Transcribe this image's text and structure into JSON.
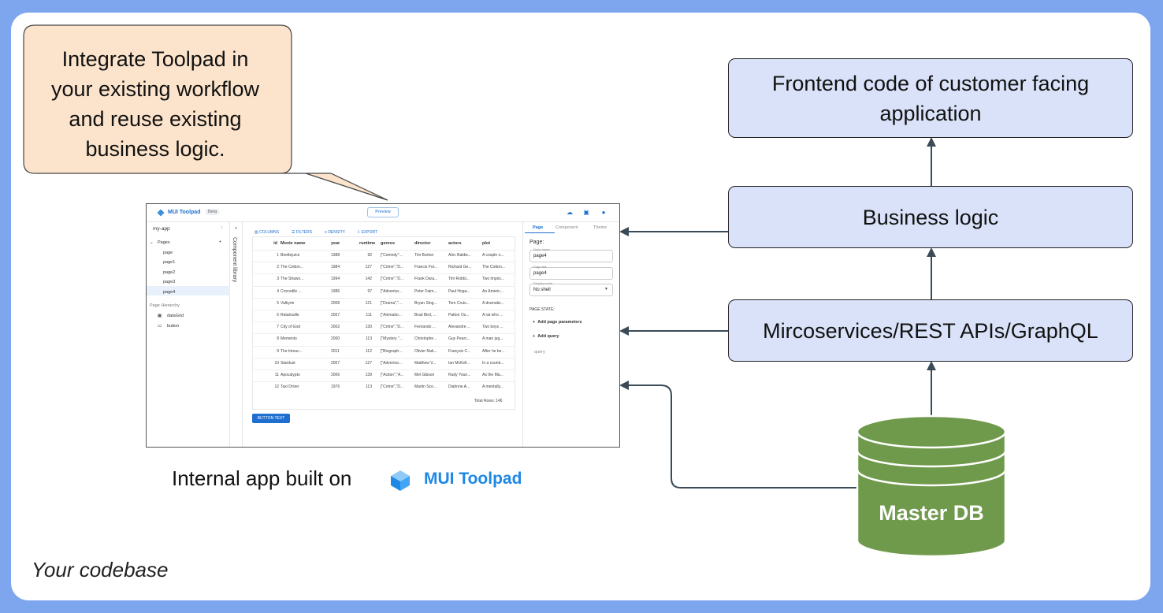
{
  "callout": {
    "lines": [
      "Integrate Toolpad in",
      "your existing workflow",
      "and reuse existing",
      "business logic."
    ]
  },
  "boxes": {
    "frontend": [
      "Frontend code of customer facing",
      "application"
    ],
    "business": "Business logic",
    "micro": "Mircoservices/REST APIs/GraphQL",
    "db": "Master DB"
  },
  "labels": {
    "internal": "Internal app built on",
    "brand": "MUI Toolpad",
    "codebase": "Your codebase"
  },
  "colors": {
    "frame": "#7ea6ee",
    "box_fill": "#d9e2f8",
    "callout_fill": "#fce4cc",
    "db_fill": "#6f9a4b",
    "arrow": "#3a4b57",
    "brand": "#1e88e5"
  },
  "toolpad": {
    "app_name": "MUI Toolpad",
    "beta": "Beta",
    "preview": "Preview",
    "project": "my-app",
    "pages_header": "Pages",
    "pages": [
      "page",
      "page1",
      "page2",
      "page3",
      "page4"
    ],
    "selected_page": "page4",
    "hierarchy_header": "Page Hierarchy",
    "hierarchy": [
      "dataGrid",
      "button"
    ],
    "component_library": "Component library",
    "toolbar": [
      "COLUMNS",
      "FILTERS",
      "DENSITY",
      "EXPORT"
    ],
    "columns": [
      "id",
      "Movie name",
      "year",
      "runtime",
      "genres",
      "director",
      "actors",
      "plot"
    ],
    "rows": [
      [
        "1",
        "Beetlejuice",
        "1988",
        "92",
        "[\"Comedy\"...",
        "Tim Burton",
        "Alec Baldw...",
        "A couple o..."
      ],
      [
        "2",
        "The Cotton...",
        "1984",
        "127",
        "[\"Crime\",\"D...",
        "Francis For...",
        "Richard Ge...",
        "The Cotton..."
      ],
      [
        "3",
        "The Shaws...",
        "1994",
        "142",
        "[\"Crime\",\"D...",
        "Frank Dara...",
        "Tim Robbi...",
        "Two impris..."
      ],
      [
        "4",
        "Crocodile ...",
        "1986",
        "97",
        "[\"Adventur...",
        "Peter Faim...",
        "Paul Hoga...",
        "An Americ..."
      ],
      [
        "5",
        "Valkyrie",
        "2008",
        "121",
        "[\"Drama\",\"...",
        "Bryan Sing...",
        "Tom Cruis...",
        "A dramatiz..."
      ],
      [
        "6",
        "Ratatouille",
        "2007",
        "111",
        "[\"Animatio...",
        "Brad Bird, ...",
        "Patton Os...",
        "A rat who ..."
      ],
      [
        "7",
        "City of God",
        "2002",
        "130",
        "[\"Crime\",\"D...",
        "Fernando ...",
        "Alexandre ...",
        "Two boys ..."
      ],
      [
        "8",
        "Memento",
        "2000",
        "113",
        "[\"Mystery \"...",
        "Christophe...",
        "Guy Pearc...",
        "A man jug..."
      ],
      [
        "9",
        "The Intouc...",
        "2011",
        "112",
        "[\"Biograph...",
        "Olivier Nak...",
        "François C...",
        "After he be..."
      ],
      [
        "10",
        "Stardust",
        "2007",
        "127",
        "[\"Adventur...",
        "Matthew V...",
        "Ian McKell...",
        "In a countr..."
      ],
      [
        "11",
        "Apocalypto",
        "2006",
        "139",
        "[\"Action\",\"A...",
        "Mel Gibson",
        "Rudy Youn...",
        "As the Ma..."
      ],
      [
        "12",
        "Taxi Driver",
        "1976",
        "113",
        "[\"Crime\",\"D...",
        "Martin Sco...",
        "Diahnne A...",
        "A mentally..."
      ]
    ],
    "total_rows": "Total Rows: 146",
    "button_text": "BUTTON TEXT",
    "tabs": [
      "Page",
      "Component",
      "Theme"
    ],
    "page_heading": "Page:",
    "fields": [
      {
        "label": "Node name",
        "value": "page4"
      },
      {
        "label": "Page title",
        "value": "page4"
      },
      {
        "label": "Display mode",
        "value": "No shell"
      }
    ],
    "page_state": "PAGE STATE:",
    "add_params": "Add page parameters",
    "add_query": "Add query",
    "query": "query"
  }
}
